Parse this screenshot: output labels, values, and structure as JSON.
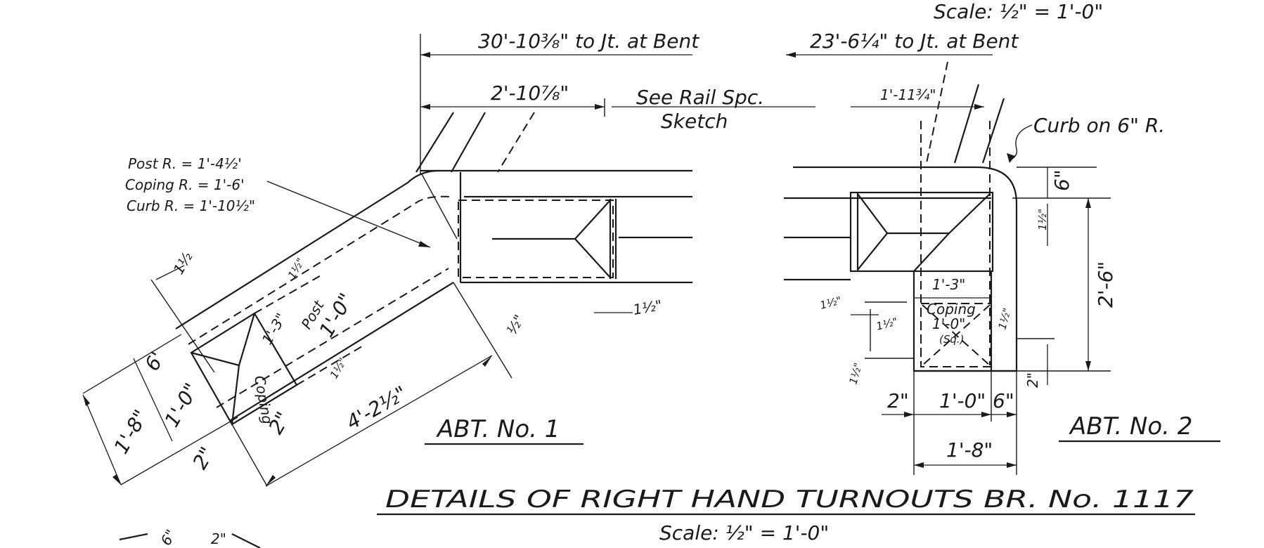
{
  "header": {
    "scale_top": "Scale: ½\" = 1'-0\""
  },
  "abt1": {
    "dim_top": "30'-10⅜\" to Jt. at Bent",
    "dim_2_10": "2'-10⅞\"",
    "rail_note_1": "See Rail Spc.",
    "rail_note_2": "Sketch",
    "radius_post": "Post R. = 1'-4½'",
    "radius_coping": "Coping R. = 1'-6'",
    "radius_curb": "Curb R. = 1'-10½\"",
    "dim_1_half": "1½",
    "dim_1_half_b": "1½\"",
    "dim_1_half_c": "1½\"",
    "dim_1_half_d": "1½\"",
    "dim_half": "½\"",
    "post_label": "Post",
    "post_width": "1'-0\"",
    "coping_label": "Coping",
    "coping_width": "1'-3\"",
    "dim_6": "6'",
    "dim_1_0": "1'-0\"",
    "dim_1_8": "1'-8\"",
    "dim_2a": "2\"",
    "dim_2b": "2\"",
    "dim_4_2": "4'-2½\"",
    "title": "ABT. No. 1"
  },
  "abt2": {
    "dim_top": "23'-6¼\" to Jt. at Bent",
    "dim_1_11": "1'-11¾\"",
    "curb_note": "Curb on 6\" R.",
    "dim_6": "6\"",
    "dim_1_half_a": "1½\"",
    "dim_2_6": "2'-6\"",
    "dim_1_3": "1'-3\"",
    "coping_label": "Coping",
    "coping_dim": "1'-0\"",
    "coping_sq": "(Sq.)",
    "dim_1_half_b": "1½\"",
    "dim_1_half_c": "1½\"",
    "dim_1_half_d": "1½\"",
    "dim_1_half_e": "1½\"",
    "dim_2_right": "2\"",
    "dim_2_bottom": "2\"",
    "dim_1_0": "1'-0\"",
    "dim_6_bottom": "6\"",
    "dim_1_8": "1'-8\"",
    "title": "ABT. No. 2"
  },
  "main_title": "DETAILS OF RIGHT HAND TURNOUTS BR. No. 1117",
  "scale_bottom": "Scale: ½\" = 1'-0\"",
  "fragment": {
    "dim_a": "6\"",
    "dim_b": "2\""
  }
}
